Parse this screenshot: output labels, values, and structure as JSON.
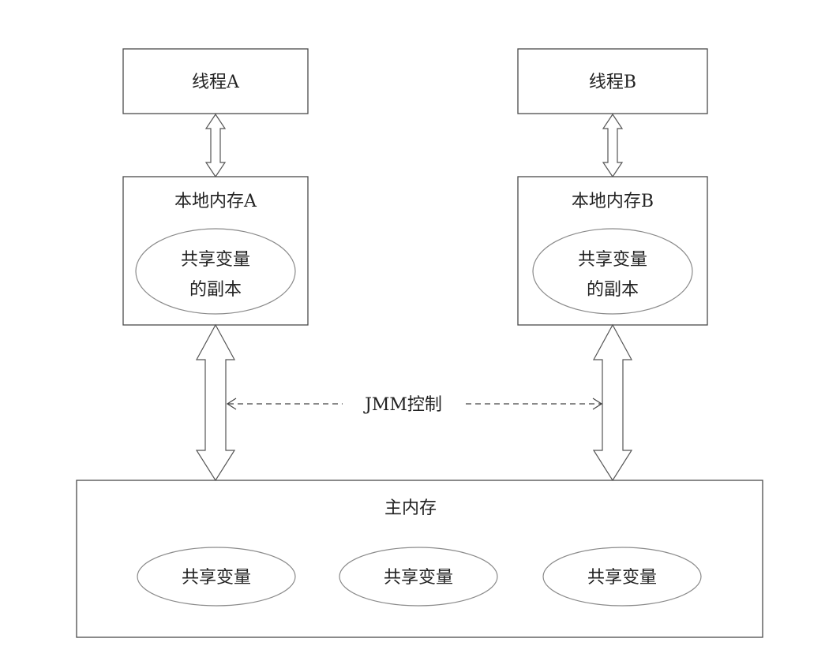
{
  "thread_a": {
    "label": "线程A"
  },
  "thread_b": {
    "label": "线程B"
  },
  "local_memory_a": {
    "label": "本地内存A",
    "copy_line1": "共享变量",
    "copy_line2": "的副本"
  },
  "local_memory_b": {
    "label": "本地内存B",
    "copy_line1": "共享变量",
    "copy_line2": "的副本"
  },
  "jmm_control": {
    "label": "JMM控制"
  },
  "main_memory": {
    "label": "主内存",
    "shared_variables": [
      "共享变量",
      "共享变量",
      "共享变量"
    ]
  }
}
